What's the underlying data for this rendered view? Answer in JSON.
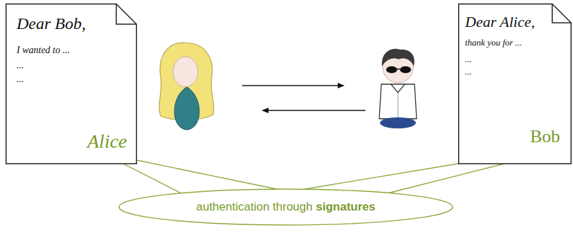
{
  "diagram": {
    "nodes": [
      {
        "text": [
          "Dear Bob,",
          "I wanted to ...",
          "...",
          "...",
          "Alice"
        ]
      },
      {
        "text": [
          "Dear Alice,",
          "thank you for ...",
          "...",
          "...",
          "Bob"
        ]
      },
      {
        "text": [
          "authentication through",
          "signatures"
        ]
      }
    ]
  }
}
